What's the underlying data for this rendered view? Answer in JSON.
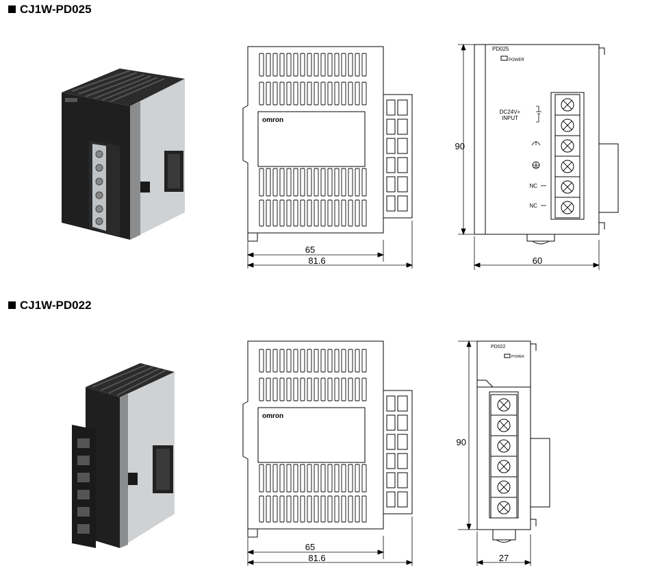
{
  "models": [
    {
      "title": "CJ1W-PD025",
      "brand": "omron",
      "dim_depth_inner": "65",
      "dim_depth_total": "81.6",
      "dim_height": "90",
      "dim_width": "60",
      "panel_label": "PD025",
      "power_label": "POWER",
      "input_label_1": "DC24V+",
      "input_label_2": "INPUT",
      "nc_label_1": "NC",
      "nc_label_2": "NC"
    },
    {
      "title": "CJ1W-PD022",
      "brand": "omron",
      "dim_depth_inner": "65",
      "dim_depth_total": "81.6",
      "dim_height": "90",
      "dim_width": "27",
      "panel_label": "PD022",
      "power_label": "POWER"
    }
  ]
}
